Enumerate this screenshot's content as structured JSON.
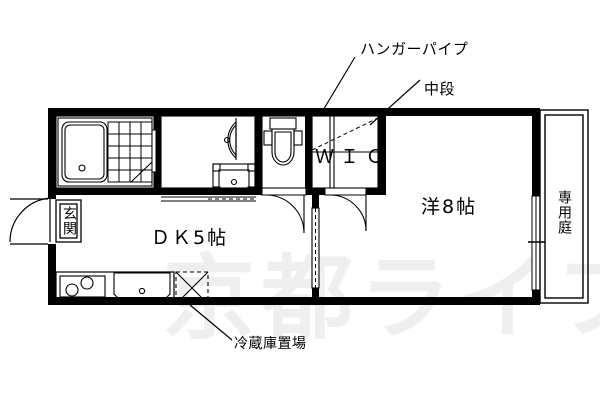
{
  "document": {
    "type": "floor-plan",
    "watermark": "京都ライフ",
    "watermark_color": "#efefef",
    "line_color": "#000000",
    "background_color": "#ffffff"
  },
  "annotations": {
    "hanger_pipe": "ハンガーパイプ",
    "middle_shelf": "中段",
    "refrigerator_space": "冷蔵庫置場"
  },
  "rooms": {
    "wic": "ＷＩＣ",
    "western_room": "洋8帖",
    "dining_kitchen": "ＤＫ5帖",
    "entrance": "玄関",
    "private_garden": "専用庭"
  },
  "fixtures": {
    "bathtub": "bathtub",
    "shower_floor": "tiled-floor",
    "washbasin": "washbasin",
    "washing_machine_pan": "washing-machine-pan",
    "toilet": "toilet",
    "stove": "stove-two-burner",
    "sink": "kitchen-sink",
    "fridge_box": "refrigerator-space-box"
  }
}
